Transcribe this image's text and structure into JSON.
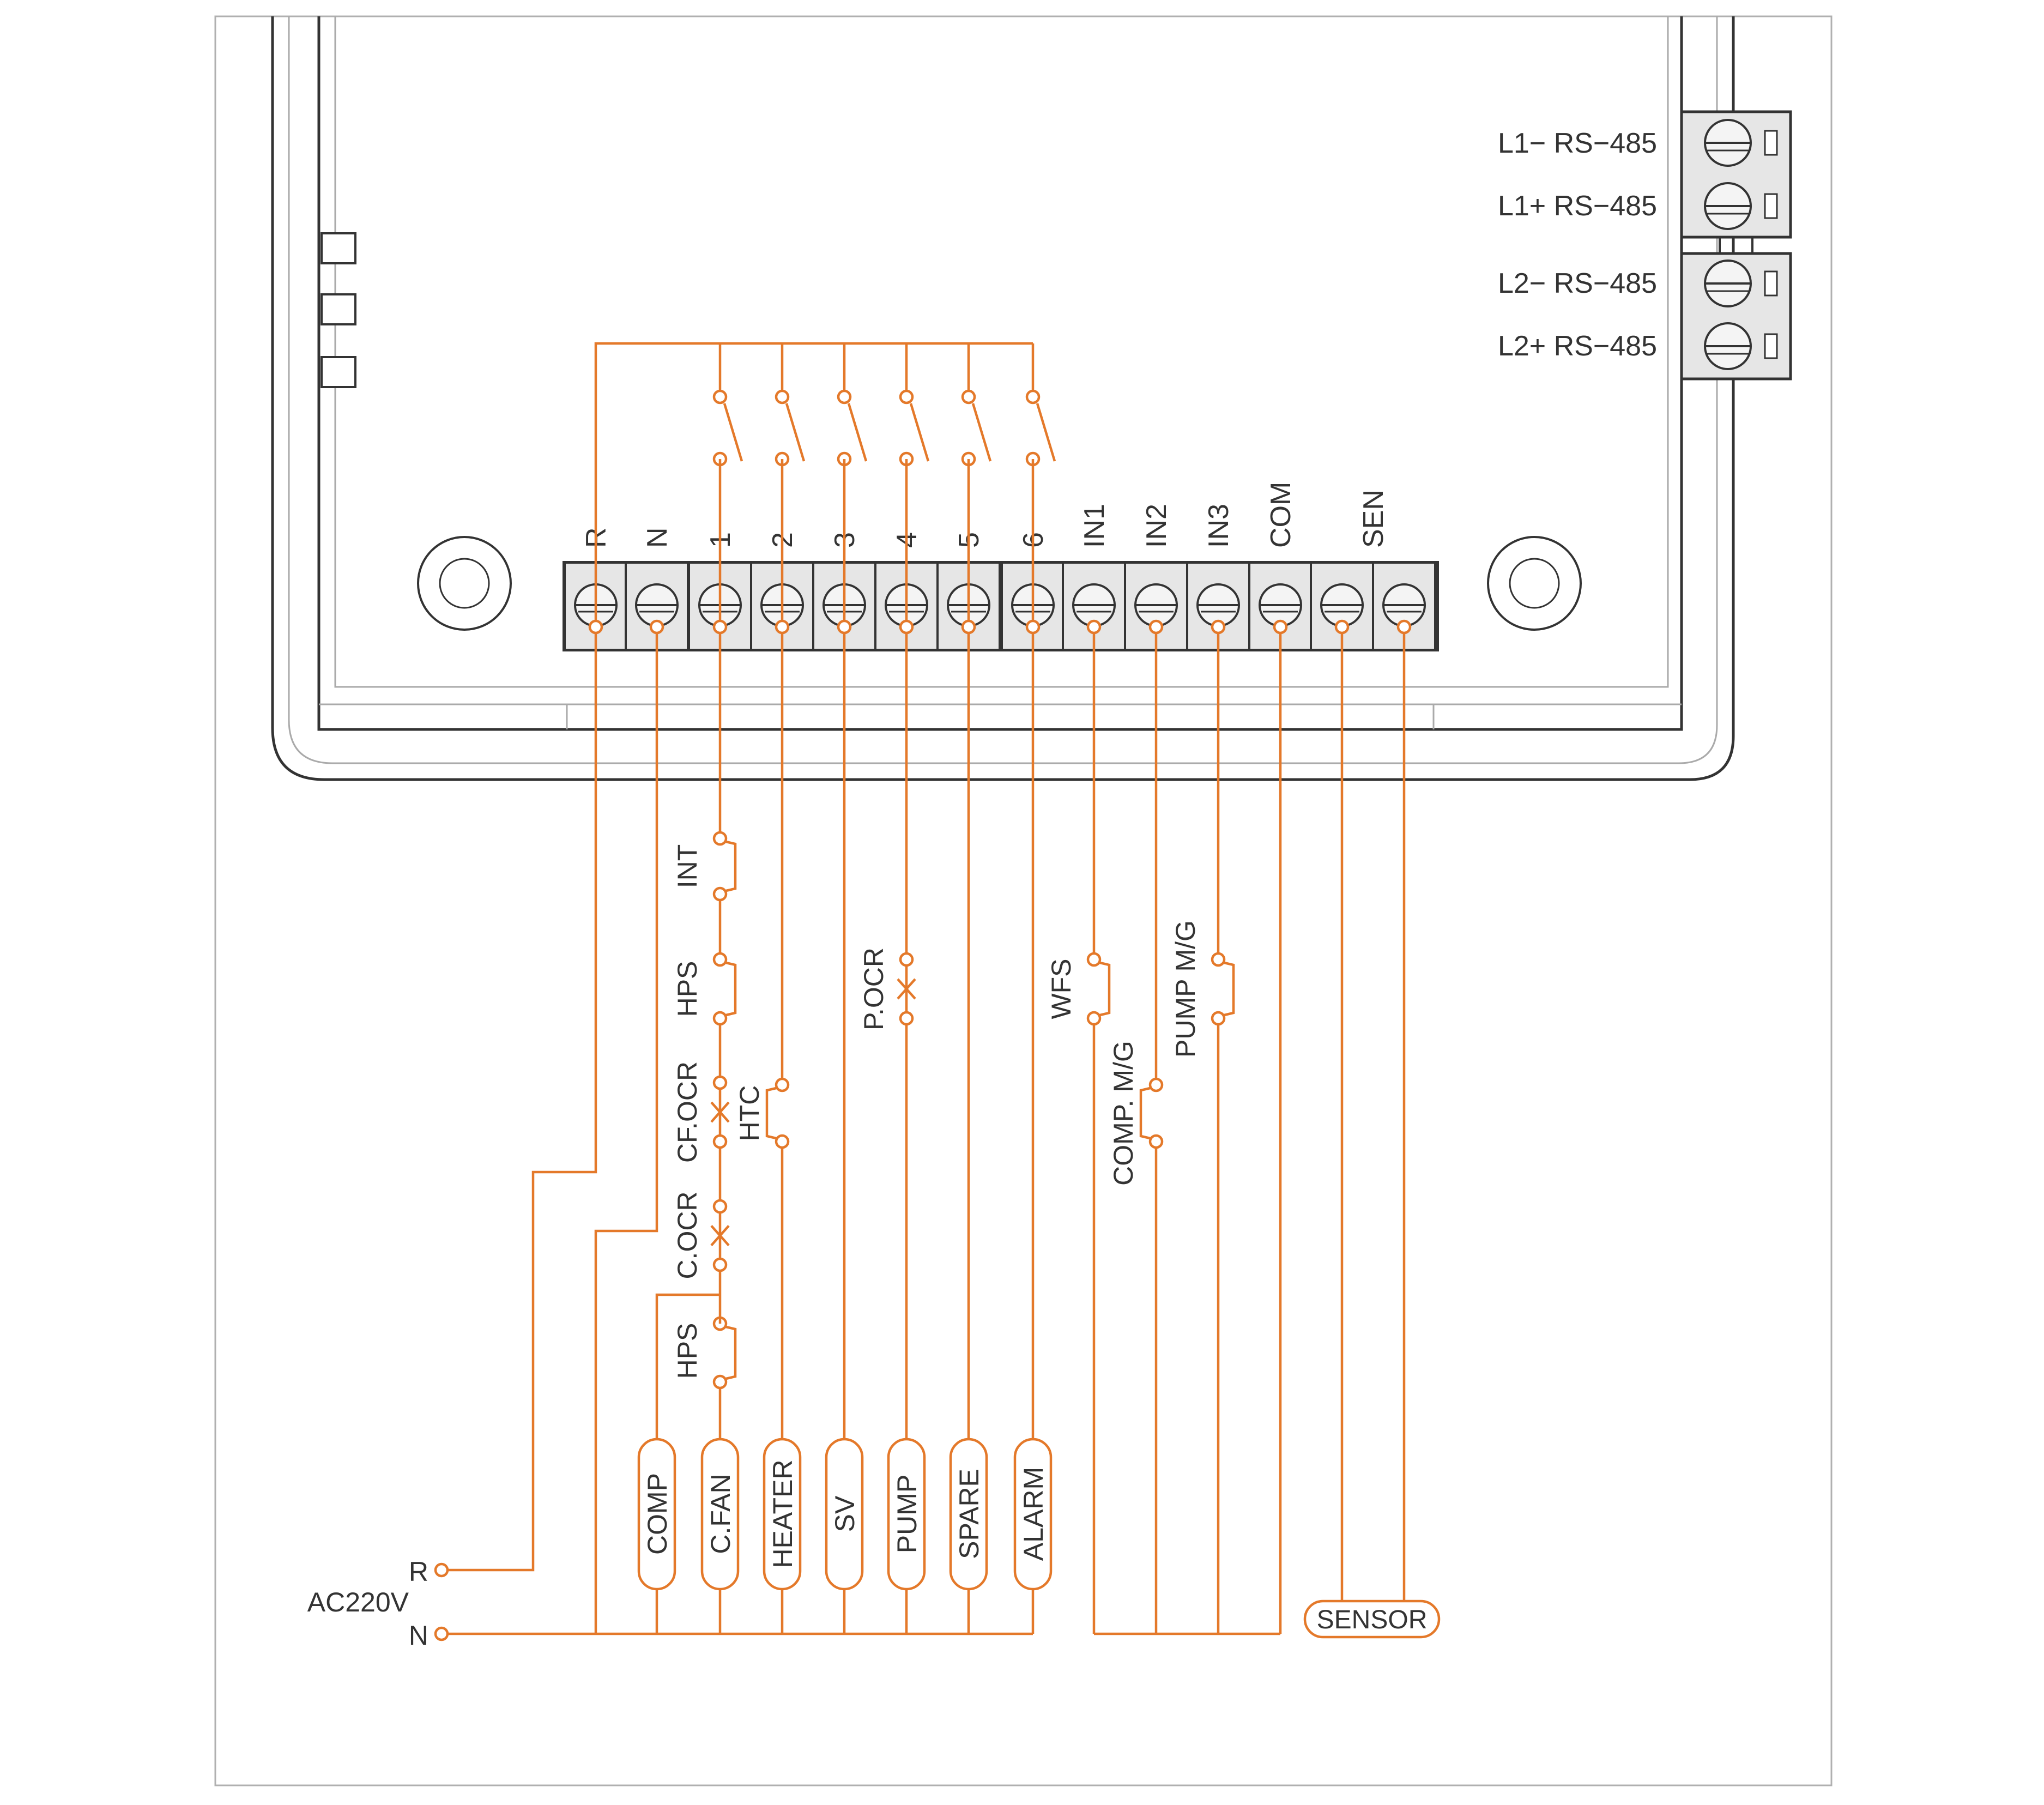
{
  "colors": {
    "wire": "#E4792A",
    "frame": "#333333",
    "terminal_fill": "#e6e6e6"
  },
  "comm_ports": [
    "L1− RS−485",
    "L1+ RS−485",
    "L2− RS−485",
    "L2+ RS−485"
  ],
  "terminals": [
    "R",
    "N",
    "1",
    "2",
    "3",
    "4",
    "5",
    "6",
    "IN1",
    "IN2",
    "IN3",
    "COM",
    "SEN"
  ],
  "contacts": {
    "int": "INT",
    "hps_upper": "HPS",
    "cf_ocr": "CF.OCR",
    "c_ocr": "C.OCR",
    "hps_lower": "HPS",
    "htc": "HTC",
    "p_ocr": "P.OCR",
    "wfs": "WFS",
    "comp_mg": "COMP. M/G",
    "pump_mg": "PUMP M/G"
  },
  "loads": [
    "COMP",
    "C.FAN",
    "HEATER",
    "SV",
    "PUMP",
    "SPARE",
    "ALARM"
  ],
  "sensor_label": "SENSOR",
  "power": {
    "supply": "AC220V",
    "line_r": "R",
    "line_n": "N"
  }
}
